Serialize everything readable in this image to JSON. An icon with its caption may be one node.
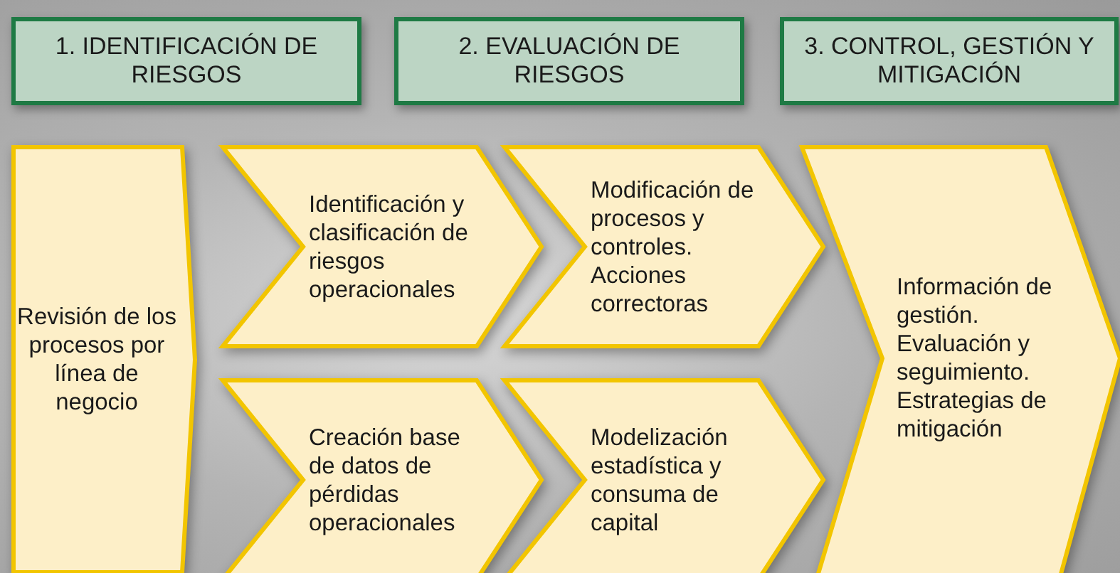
{
  "diagram": {
    "nodes": [
      {
        "text": [
          "1. IDENTIFICACIÓN DE RIESGOS"
        ]
      },
      {
        "text": [
          "2. EVALUACIÓN DE RIESGOS"
        ]
      },
      {
        "text": [
          "3. CONTROL, GESTIÓN Y MITIGACIÓN"
        ]
      },
      {
        "text": [
          "Revisión de los procesos por línea de negocio"
        ]
      },
      {
        "text": [
          "Identificación y clasificación de riesgos operacionales"
        ]
      },
      {
        "text": [
          "Creación base de datos de pérdidas operacionales"
        ]
      },
      {
        "text": [
          "Modificación de procesos y controles. Acciones correctoras"
        ]
      },
      {
        "text": [
          "Modelización estadística y consuma de capital"
        ]
      },
      {
        "text": [
          "Información de gestión. Evaluación y seguimiento. Estrategias de mitigación"
        ]
      }
    ]
  }
}
